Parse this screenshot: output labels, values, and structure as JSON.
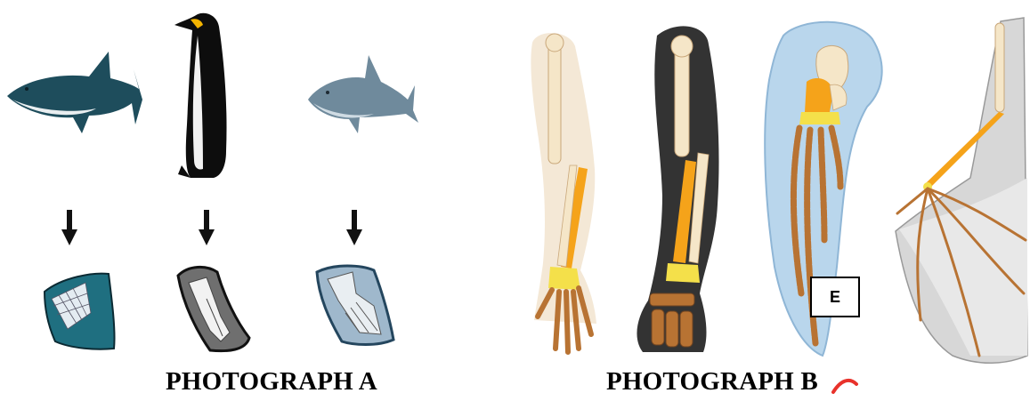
{
  "figure": {
    "photograph_a": {
      "caption": "PHOTOGRAPH A",
      "animals": [
        "shark",
        "penguin",
        "dolphin"
      ],
      "limbs": [
        "shark-fin-skeleton",
        "penguin-flipper-skeleton",
        "dolphin-flipper-skeleton"
      ]
    },
    "photograph_b": {
      "caption": "PHOTOGRAPH B",
      "limbs": [
        "human-arm",
        "dog-foreleg",
        "whale-flipper",
        "bat-wing"
      ],
      "label_box": "E"
    },
    "colors": {
      "radius_ulna": "#f5a31a",
      "carpals": "#f4e04a",
      "phalanges": "#b87333",
      "bone_light": "#f5e6c8",
      "flipper_blue": "#b9d6ec",
      "shark_teal": "#1e4d5c",
      "dolphin_grey": "#6f8a9c",
      "wing_grey": "#d7d7d7",
      "watermark_red": "#e8322b"
    }
  }
}
